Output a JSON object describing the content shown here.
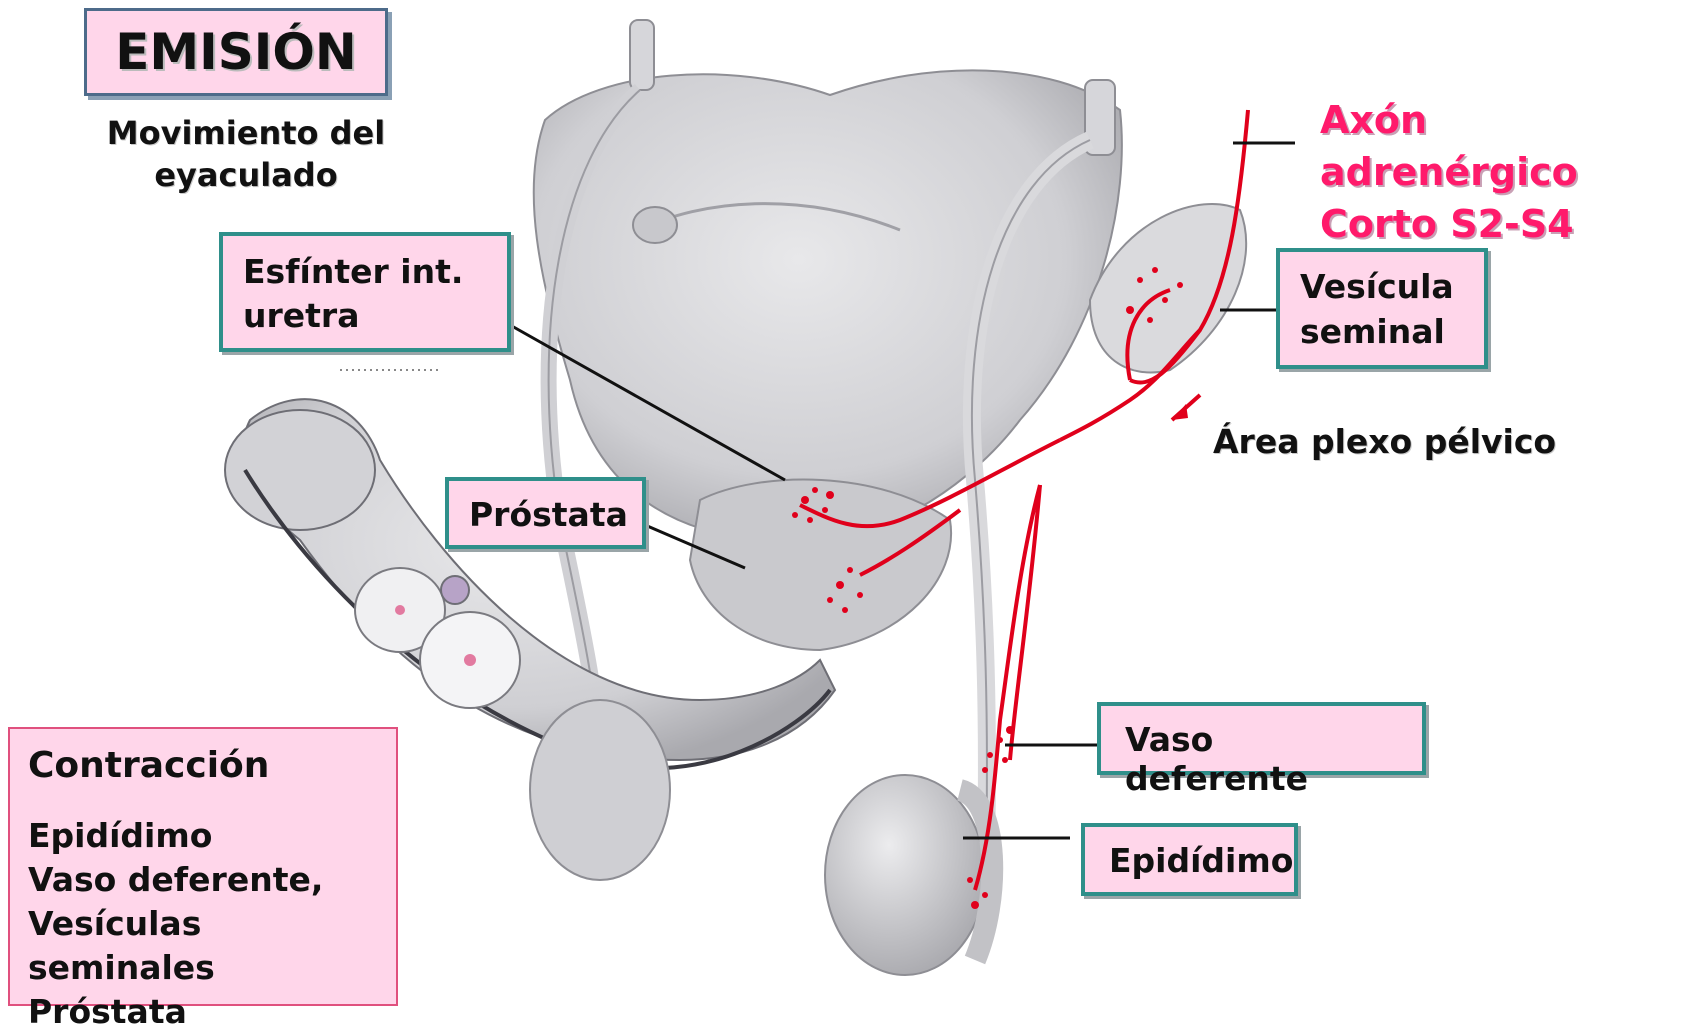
{
  "title": "EMISIÓN",
  "subtitle": [
    "Movimiento del",
    "eyaculado"
  ],
  "labels": {
    "esfinter": [
      "Esfínter int.",
      "uretra"
    ],
    "prostata": "Próstata",
    "vesicula": [
      "Vesícula",
      "seminal"
    ],
    "vaso_deferente": "Vaso deferente",
    "epididimo": "Epidídimo",
    "axon": [
      "Axón adrenérgico",
      "Corto S2-S4"
    ],
    "area_plexo": "Área plexo pélvico"
  },
  "contraccion": {
    "title": "Contracción",
    "items": [
      "Epidídimo",
      "Vaso deferente,",
      "Vesículas seminales",
      "Próstata"
    ]
  },
  "colors": {
    "nerve": "#e0001b",
    "axon_text": "#ff1a6b",
    "box_fill": "#ffd6ea",
    "box_border": "#2f8f8a",
    "organ_fill": "#d9d9dc"
  }
}
